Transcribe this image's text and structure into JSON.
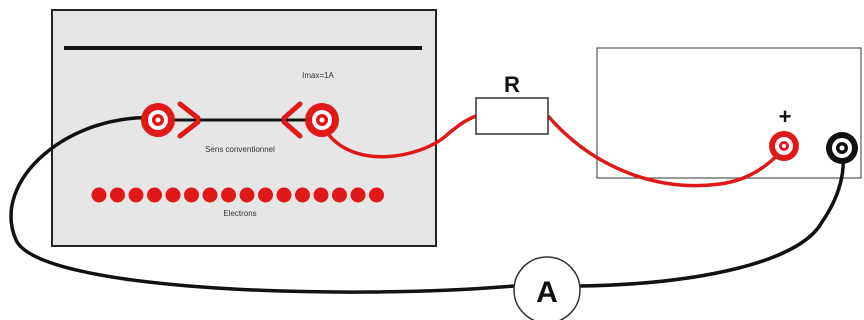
{
  "diagram": {
    "resistor_label": "R",
    "ammeter_label": "A",
    "current_max_label": "Imax=1A",
    "direction_label": "Sens conventionnel",
    "electrons_label": "Electrons",
    "positive_sign": "+",
    "electron_count": 16,
    "colors": {
      "wire_red": "#e01818",
      "wire_black": "#111111",
      "panel_fill": "#e6e6e6",
      "electron": "#e01818"
    }
  }
}
